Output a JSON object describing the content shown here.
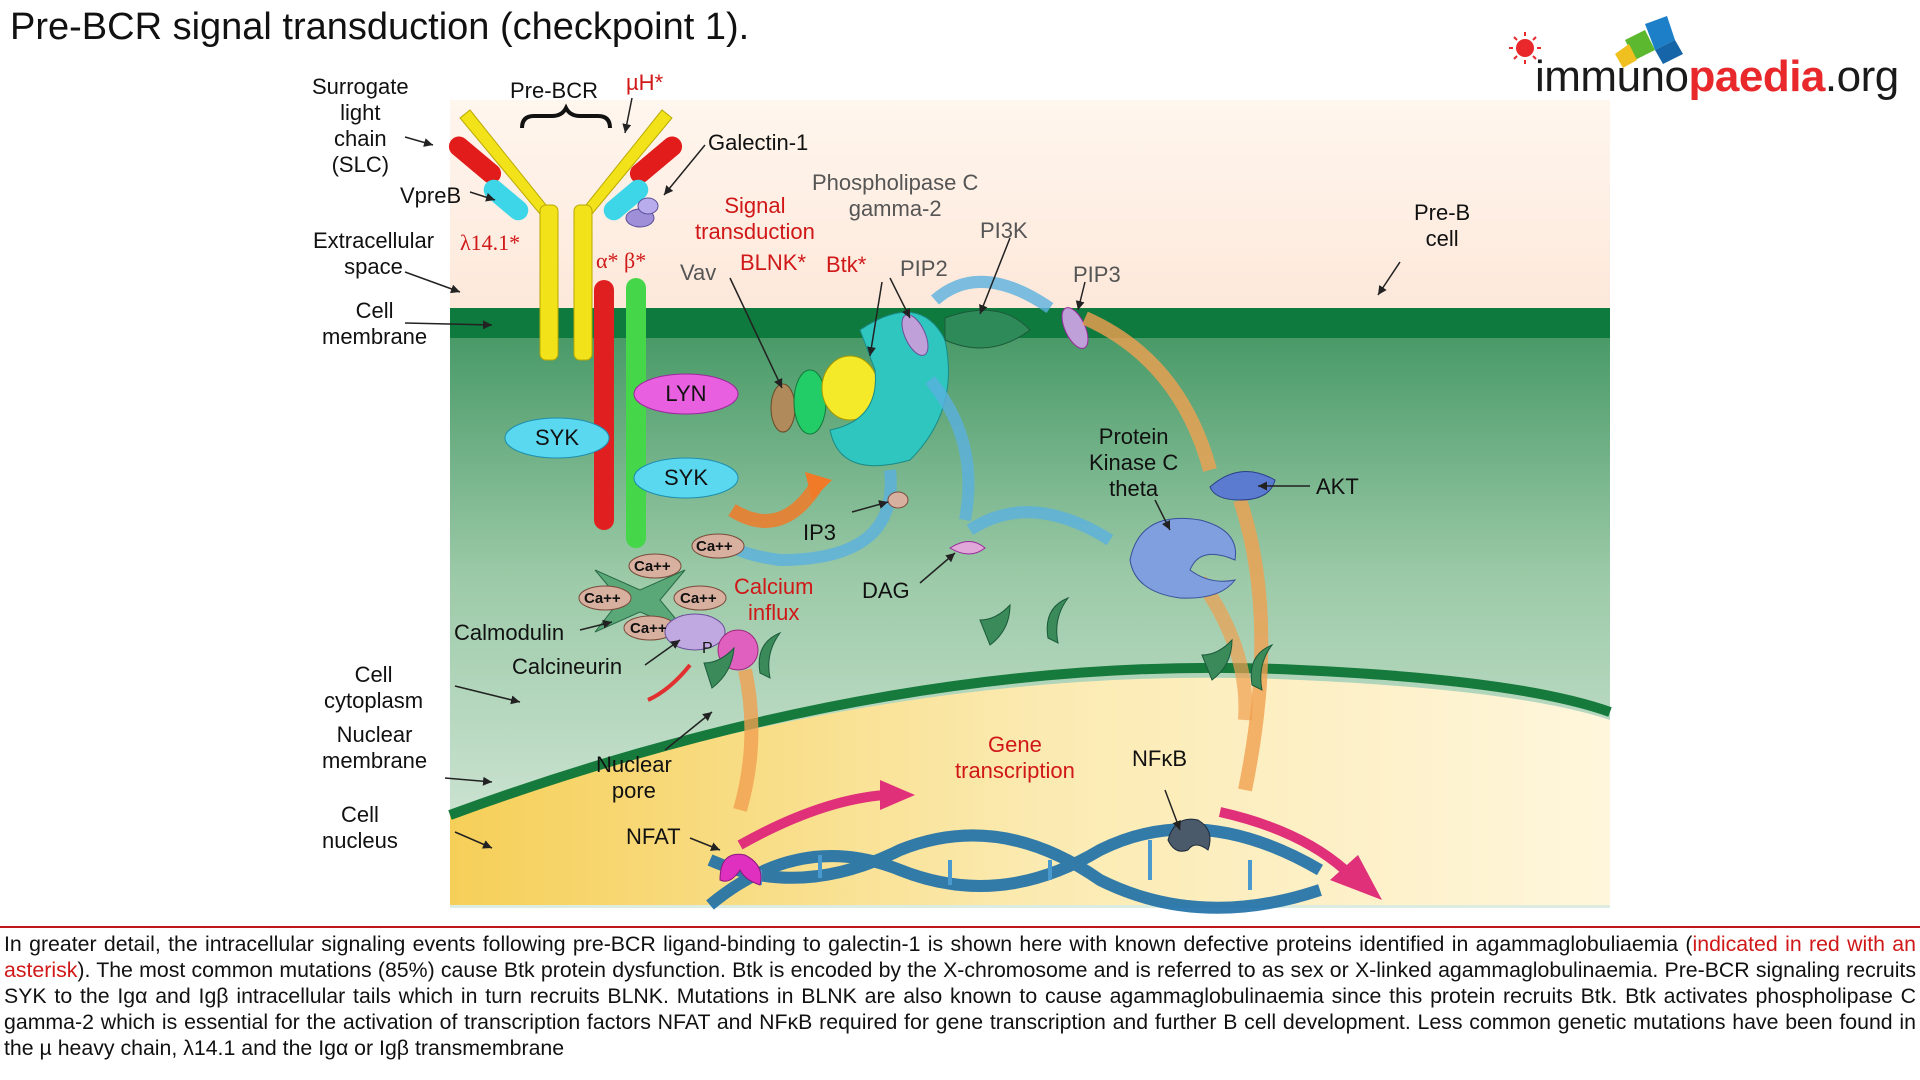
{
  "title": "Pre-BCR signal transduction (checkpoint 1).",
  "logo": {
    "text_part1": "immuno",
    "text_part2": "paedia",
    "text_part3": ".org",
    "colors": {
      "red": "#e8282b",
      "green": "#5cb82e",
      "blue": "#1e7fc9",
      "dark": "#1a1a1a"
    }
  },
  "labels": {
    "surrogate": "Surrogate\nlight\nchain\n(SLC)",
    "pre_bcr": "Pre-BCR",
    "mu_h": "µH*",
    "galectin": "Galectin-1",
    "vpreb": "VpreB",
    "extracellular": "Extracellular\nspace",
    "lambda": "λ14.1*",
    "alpha_beta": "α* β*",
    "cell_membrane": "Cell\nmembrane",
    "signal_transduction": "Signal\ntransduction",
    "plc": "Phospholipase C\ngamma-2",
    "pi3k": "PI3K",
    "pip2": "PIP2",
    "pip3": "PIP3",
    "pre_b_cell": "Pre-B\ncell",
    "vav": "Vav",
    "blnk": "BLNK*",
    "btk": "Btk*",
    "lyn": "LYN",
    "syk1": "SYK",
    "syk2": "SYK",
    "ip3": "IP3",
    "ca": "Ca++",
    "calcium_influx": "Calcium\ninflux",
    "dag": "DAG",
    "pkc": "Protein\nKinase C\ntheta",
    "akt": "AKT",
    "calmodulin": "Calmodulin",
    "calcineurin": "Calcineurin",
    "p": "P",
    "cell_cytoplasm": "Cell\ncytoplasm",
    "nuclear_membrane": "Nuclear\nmembrane",
    "cell_nucleus": "Cell\nnucleus",
    "nuclear_pore": "Nuclear\npore",
    "nfat": "NFAT",
    "gene_transcription": "Gene\ntranscription",
    "nfkb": "NFκB"
  },
  "colors": {
    "membrane": "#0f7a3e",
    "cytoplasm_top": "#4f9f6a",
    "cytoplasm_bottom": "#d4e8d8",
    "nucleus": "#f7d77a",
    "heavy_chain": "#f2e21a",
    "light_chain_red": "#e21b1b",
    "vpreb_cyan": "#3dd6e8",
    "alpha": "#e02020",
    "beta": "#46d64a",
    "syk": "#5ad8f0",
    "lyn": "#e860e0",
    "blnk": "#22cc66",
    "btk": "#f5ea2a",
    "plc": "#2fc6c0",
    "pi3k": "#2f8a5a",
    "akt": "#5a7bcf",
    "pkc": "#7f9fdf",
    "nfat": "#e030c0",
    "nfkb": "#4a5a6a",
    "dna": "#1d6fa8",
    "arrow_orange": "#f07a28",
    "arrow_blue": "#5ab0e0",
    "arrow_pink": "#e0307a"
  },
  "caption": {
    "part1": "In greater detail, the intracellular signaling events following pre-BCR ligand-binding to galectin-1 is shown here with known defective proteins identified in agammaglobuliaemia (",
    "highlight": "indicated in red with an asterisk",
    "part2": "). The most common mutations (85%) cause Btk protein dysfunction. Btk is encoded by the X-chromosome and is referred to as sex or X-linked agammaglobulinaemia. Pre-BCR signaling recruits SYK to the Igα and Igβ intracellular tails which in turn recruits BLNK. Mutations in BLNK are also known to cause agammaglobulinaemia since this protein recruits Btk. Btk activates phospholipase C gamma-2 which is essential for the activation of transcription factors NFAT and NFκB required for gene transcription and further B cell development. Less common genetic mutations have been found in the µ heavy chain, λ14.1 and the Igα  or Igβ transmembrane"
  }
}
